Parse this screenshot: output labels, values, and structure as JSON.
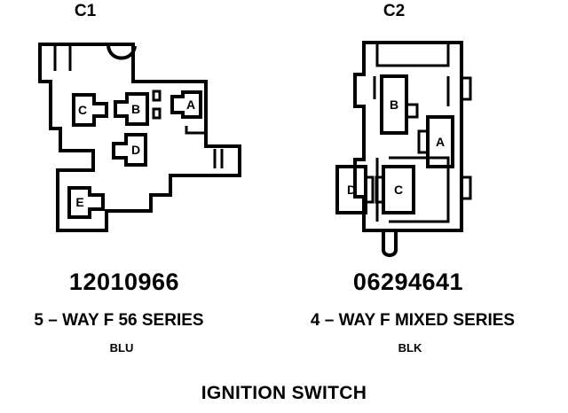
{
  "caption": "IGNITION SWITCH",
  "connectors": [
    {
      "id": "c1",
      "title": "C1",
      "part_number": "12010966",
      "series": "5 – WAY F 56 SERIES",
      "color": "BLU",
      "terminals": [
        "A",
        "B",
        "C",
        "D",
        "E"
      ]
    },
    {
      "id": "c2",
      "title": "C2",
      "part_number": "06294641",
      "series": "4 – WAY F MIXED SERIES",
      "color": "BLK",
      "terminals": [
        "A",
        "B",
        "C",
        "D"
      ]
    }
  ]
}
